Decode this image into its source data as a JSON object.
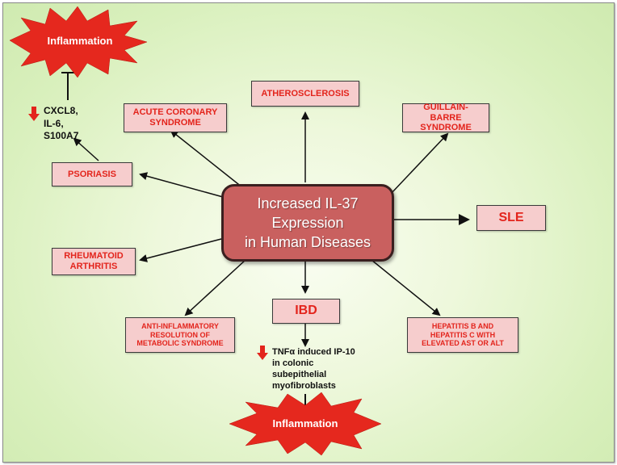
{
  "center": {
    "line1": "Increased IL-37",
    "line2": "Expression",
    "line3": "in Human Diseases"
  },
  "diseases": {
    "atherosclerosis": "ATHEROSCLEROSIS",
    "acute_coronary": "ACUTE CORONARY SYNDROME",
    "guillain_barre": "GUILLAIN-BARRE SYNDROME",
    "psoriasis": "PSORIASIS",
    "sle": "SLE",
    "rheumatoid": "RHEUMATOID ARTHRITIS",
    "ibd": "IBD",
    "metabolic": "ANTI-INFLAMMATORY RESOLUTION OF METABOLIC SYNDROME",
    "hepatitis": "HEPATITIS B AND HEPATITIS C WITH ELEVATED AST OR ALT"
  },
  "inflammation": {
    "top": "Inflammation",
    "bottom": "Inflammation"
  },
  "notes": {
    "cytokines": [
      "CXCL8,",
      "IL-6,",
      "S100A7"
    ],
    "tnf": [
      "TNFα induced IP-10",
      "in colonic",
      "subepithelial",
      "myofibroblasts"
    ]
  },
  "colors": {
    "box_fill": "#f6cdcd",
    "box_text": "#e3241c",
    "center_fill": "#c9605f",
    "burst_fill": "#e5281e",
    "down_arrow": "#e3241c",
    "background": "#d9f0bd"
  },
  "icons": [
    "starburst-icon",
    "down-arrow-icon"
  ]
}
